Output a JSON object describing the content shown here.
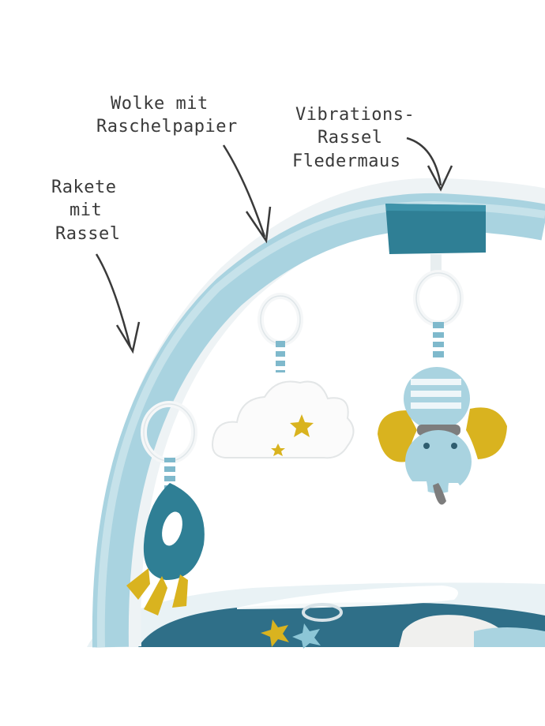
{
  "annotations": {
    "rocket": {
      "line1": "Rakete",
      "line2": "mit",
      "line3": "Rassel"
    },
    "cloud": {
      "line1": "Wolke mit",
      "line2": "Raschelpapier"
    },
    "bat": {
      "line1": "Vibrations-",
      "line2": "Rassel",
      "line3": "Fledermaus"
    }
  },
  "colors": {
    "arch_light": "#a9d3e0",
    "arch_dark": "#2f7f95",
    "mat_dark": "#2f6f88",
    "mustard": "#d9b31f",
    "cloud_white": "#fbfbfb",
    "ring_white": "#f5f7f8",
    "stripe": "#7fb9cc"
  },
  "icons": {
    "arrow": "hand-drawn-arrow-icon",
    "star": "star-icon"
  }
}
